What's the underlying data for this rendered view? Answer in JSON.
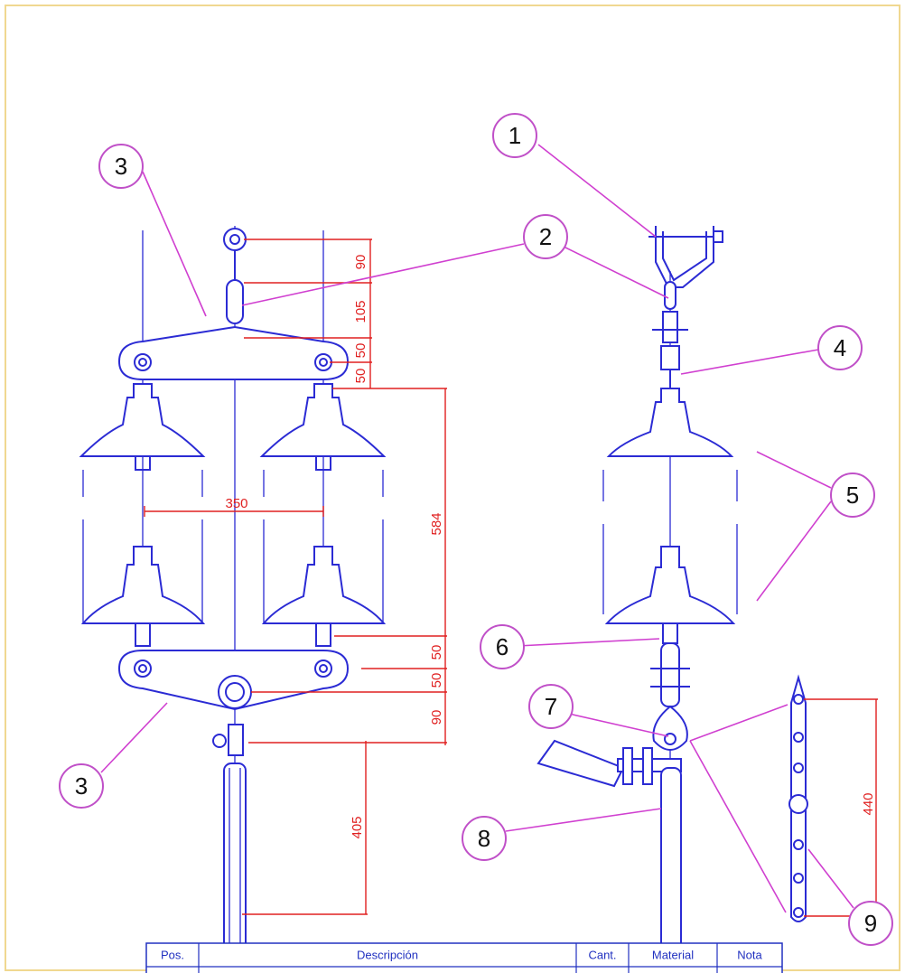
{
  "balloons": [
    {
      "id": "b1",
      "label": "1"
    },
    {
      "id": "b2",
      "label": "2"
    },
    {
      "id": "b3a",
      "label": "3"
    },
    {
      "id": "b3b",
      "label": "3"
    },
    {
      "id": "b4",
      "label": "4"
    },
    {
      "id": "b5",
      "label": "5"
    },
    {
      "id": "b6",
      "label": "6"
    },
    {
      "id": "b7",
      "label": "7"
    },
    {
      "id": "b8",
      "label": "8"
    },
    {
      "id": "b9",
      "label": "9"
    }
  ],
  "dimensions": {
    "d90_top": "90",
    "d105": "105",
    "d50_a": "50",
    "d50_b": "50",
    "d350": "350",
    "d584": "584",
    "d50_c": "50",
    "d50_d": "50",
    "d90_bottom": "90",
    "d405": "405",
    "d440": "440"
  },
  "table": {
    "headers": [
      "Pos.",
      "Descripción",
      "Cant.",
      "Material",
      "Nota"
    ]
  },
  "colors": {
    "drawing": "#2b2bd4",
    "dimension": "#e02020",
    "leader": "#d040d0",
    "border": "#f0d890"
  }
}
